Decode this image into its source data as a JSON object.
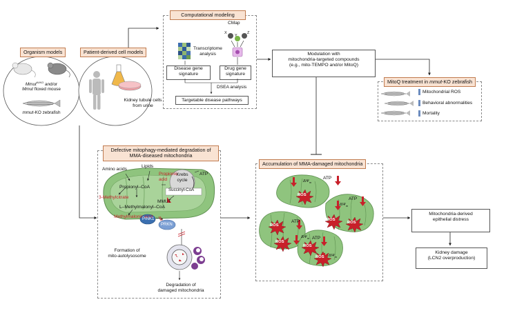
{
  "organism": {
    "header": "Organism models",
    "mouse_label_1": "Mmut",
    "mouse_sup": "Ki/KO",
    "mouse_label_2": " and/or",
    "mouse_label_3": "Mmut",
    "mouse_label_4": " floxed mouse",
    "zebrafish_label_1": "mmut",
    "zebrafish_label_2": "-KO zebrafish"
  },
  "patient": {
    "header": "Patient-derived cell models",
    "caption_1": "Kidney tubule cells",
    "caption_2": "from urine"
  },
  "computational": {
    "header": "Computational modeling",
    "cmap": "CMap",
    "x": "X",
    "y": "Y",
    "z": "Z",
    "transcriptome_1": "Transcriptome",
    "transcriptome_2": "analysis",
    "disease_sig_1": "Disease gene",
    "disease_sig_2": "signature",
    "drug_sig_1": "Drug gene",
    "drug_sig_2": "signature",
    "dsea": "DSEA analysis",
    "pathways": "Targetable disease pathways"
  },
  "modulation": {
    "line1": "Modulation with",
    "line2": "mitochondria-targeted compounds",
    "line3": "(e.g., mito-TEMPO and/or MitoQ)"
  },
  "mitoq": {
    "header_1": "MitoQ treatment in ",
    "header_2": "mmut",
    "header_3": "-KO zebrafish",
    "items": [
      "Mitochondrial ROS",
      "Behavioral abnormalities",
      "Mortality"
    ]
  },
  "mitophagy": {
    "header_1": "Defective mitophagy-mediated degradation of",
    "header_2": "MMA-diseased mitochondria",
    "amino_acids": "Amino acids",
    "lipids": "Lipids",
    "krebs_1": "Krebs",
    "krebs_2": "cycle",
    "propionic_1": "Propionic",
    "propionic_2": "acid",
    "atp": "ATP",
    "propionyl": "Propionyl–CoA",
    "succinyl": "Succinyl-CoA",
    "methylcitrate": "3-Methylcitrate",
    "mmut": "MMUT",
    "methylmalonyl": "L–Methylmalonyl–CoA",
    "methylmalonic": "Methylmalonic acid",
    "pink1": "PINK1",
    "prkn": "PRKN",
    "formation_1": "Formation of",
    "formation_2": "mito-autolysosome",
    "degradation_1": "Degradation of",
    "degradation_2": "damaged mitochondria"
  },
  "accumulation": {
    "header": "Accumulation of MMA-damaged mitochondria",
    "ros": "ROS",
    "atp": "ATP",
    "dpsi": "ΔΨ",
    "dpsi_sub": "m"
  },
  "outcomes": {
    "distress_1": "Mitochondria-derived",
    "distress_2": "epithelial distress",
    "kidney_1": "Kidney damage",
    "kidney_2": "(LCN2 overproduction)"
  },
  "colors": {
    "header_fill": "#f9e3d3",
    "header_border": "#c07a4e",
    "mito_green": "#8fc47e",
    "ros_red": "#c8202a",
    "pink1_blue": "#3a6fb0"
  }
}
